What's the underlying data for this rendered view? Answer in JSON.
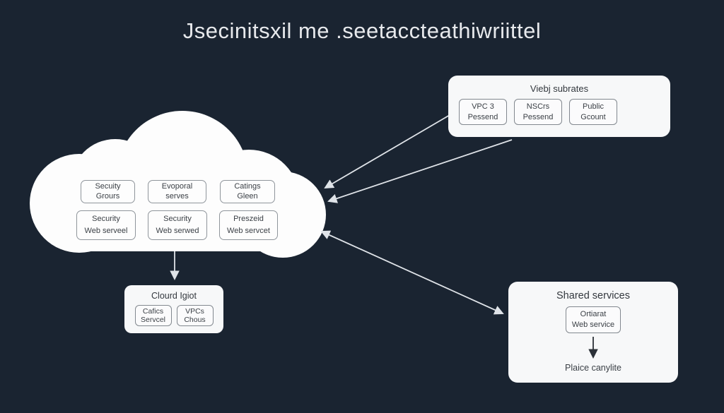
{
  "title": "Jsecinitsxil me .seetaccteathiwriittel",
  "cloud": {
    "boxes": [
      {
        "l1": "Secuity",
        "l2": "Grours"
      },
      {
        "l1": "Evoporal",
        "l2": "serves"
      },
      {
        "l1": "Catings",
        "l2": "Gleen"
      },
      {
        "l1": "Security",
        "l2": "Web serveel"
      },
      {
        "l1": "Security",
        "l2": "Web serwed"
      },
      {
        "l1": "Preszeid",
        "l2": "Web servcet"
      }
    ]
  },
  "web_subnets": {
    "title": "Viebj subrates",
    "boxes": [
      {
        "l1": "VPC 3",
        "l2": "Pessend"
      },
      {
        "l1": "NSCrs",
        "l2": "Pessend"
      },
      {
        "l1": "Public",
        "l2": "Gcount"
      }
    ]
  },
  "cloud_igiot": {
    "title": "Clourd Igiot",
    "boxes": [
      {
        "l1": "Cafics",
        "l2": "Servcel"
      },
      {
        "l1": "VPCs",
        "l2": "Chous"
      }
    ]
  },
  "shared_services": {
    "title": "Shared services",
    "box": {
      "l1": "Ortiarat",
      "l2": "Web service"
    },
    "footer": "Plaice canylite"
  },
  "colors": {
    "background": "#1a2431",
    "panel_fill": "#f7f8f9",
    "cloud_fill": "#fdfdfd",
    "arrow_light": "#dfe3e8",
    "arrow_dark": "#2b3138",
    "box_border": "#82888f",
    "title_text": "#e7e9ec"
  }
}
